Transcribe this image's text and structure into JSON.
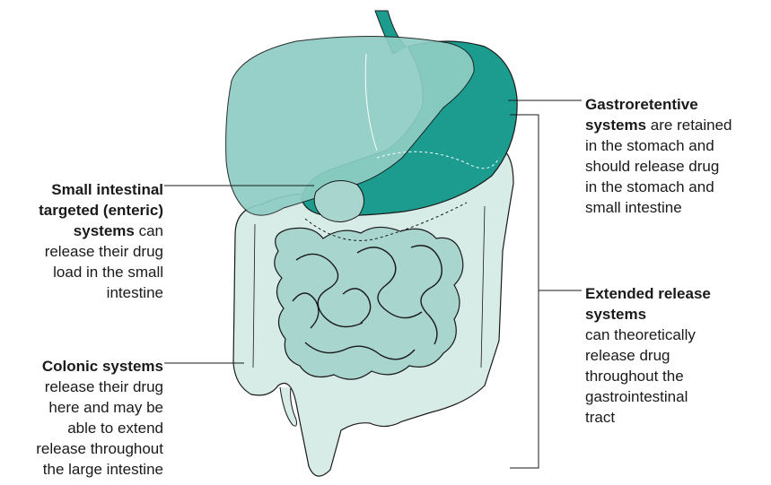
{
  "labels": {
    "small_intestinal": {
      "bold": "Small intestinal targeted (enteric) systems",
      "bold_lines": [
        "Small intestinal",
        "targeted (enteric)",
        "systems"
      ],
      "rest": "can release their drug load in the small intestine",
      "rest_lines": [
        "release their drug",
        "load in the small",
        "intestine"
      ],
      "inline_rest": " can"
    },
    "colonic": {
      "bold": "Colonic systems",
      "rest": "release their drug here and may be able to extend release throughout the large intestine",
      "rest_lines": [
        "release their drug",
        "here and may be",
        "able to extend",
        "release throughout",
        "the large intestine"
      ]
    },
    "gastroretentive": {
      "bold": "Gastroretentive systems",
      "bold_lines": [
        "Gastroretentive",
        "systems"
      ],
      "inline_rest": " are retained",
      "rest": "are retained in the stomach and should release drug in the stomach and small intestine",
      "rest_lines": [
        "in the stomach and",
        "should release drug",
        "in the stomach and",
        "small intestine"
      ]
    },
    "extended": {
      "bold": "Extended release systems",
      "bold_lines": [
        "Extended release",
        "systems"
      ],
      "rest": "can theoretically release drug throughout the gastrointestinal tract",
      "rest_lines": [
        "can theoretically",
        "release drug",
        "throughout the",
        "gastrointestinal",
        "tract"
      ]
    }
  },
  "colors": {
    "stomach": "#1b9c8e",
    "liver": "#8ecdc4",
    "small_intestine": "#a9d5cf",
    "large_intestine": "#d7ebe7",
    "outline": "#1a1a1a"
  }
}
